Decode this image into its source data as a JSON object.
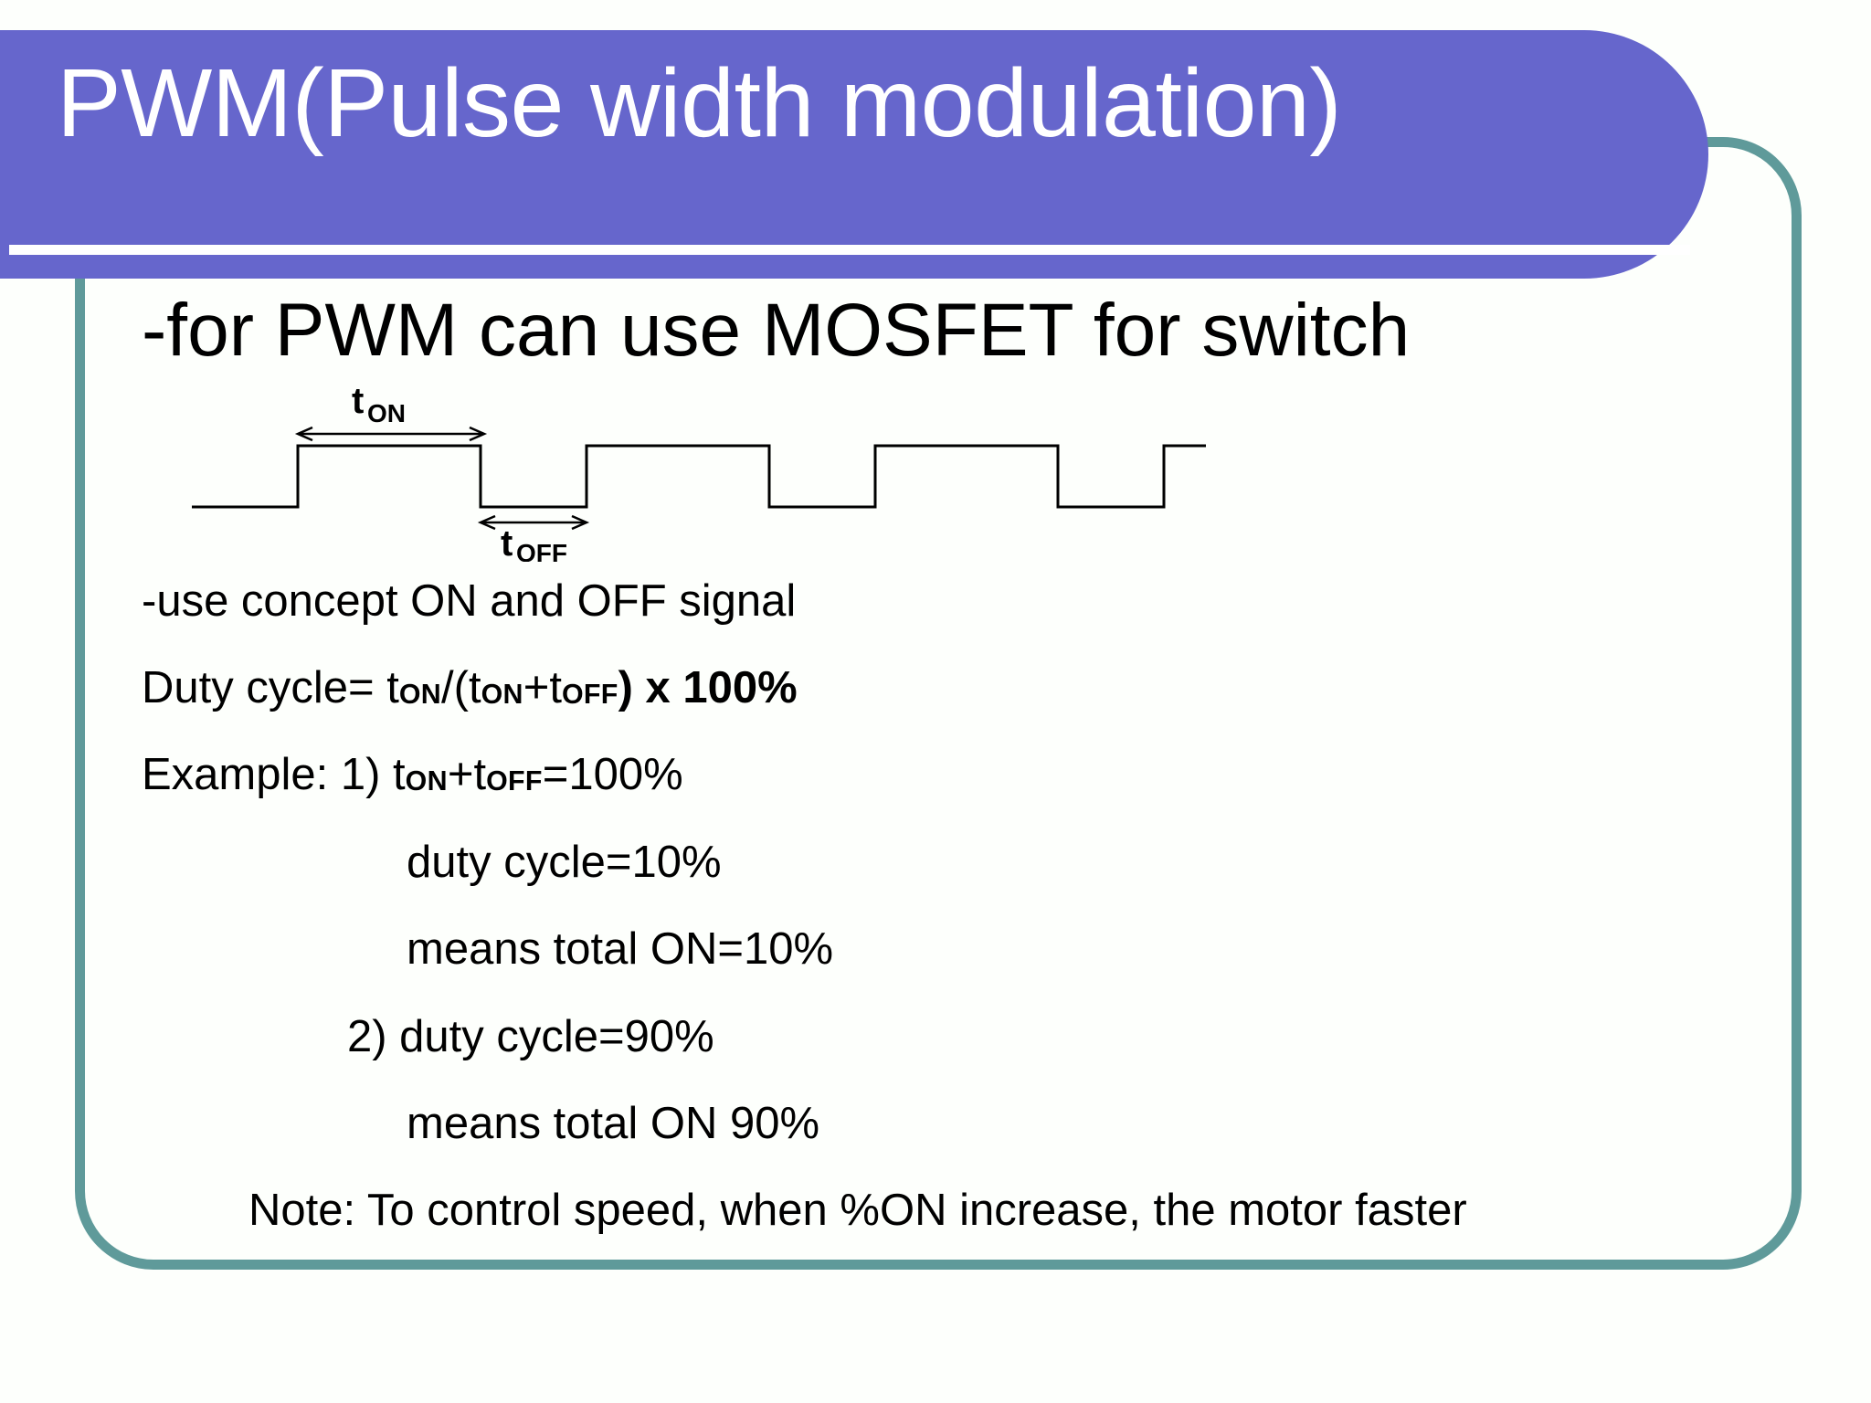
{
  "slide": {
    "title": "PWM(Pulse width modulation)",
    "headline": "-for PWM can use MOSFET for switch",
    "colors": {
      "title_banner": "#6666CC",
      "title_text": "#FFFFFF",
      "content_frame_border": "#5F9A9A",
      "body_text": "#000000",
      "background": "#FDFFFC"
    },
    "body_lines": [
      {
        "id": "use-concept",
        "text": "-use concept ON and OFF signal"
      },
      {
        "id": "duty-formula",
        "text": "Duty cycle= tON/(tON+tOFF) x 100%"
      },
      {
        "id": "example-1",
        "text": "Example: 1) tON+tOFF=100%"
      },
      {
        "id": "duty-10",
        "text": "duty cycle=10%"
      },
      {
        "id": "total-on-10",
        "text": "means total ON=10%"
      },
      {
        "id": "duty-90",
        "text": "2) duty cycle=90%"
      },
      {
        "id": "total-on-90",
        "text": "means total ON 90%"
      },
      {
        "id": "note",
        "text": "Note: To control speed, when %ON increase, the motor faster"
      }
    ],
    "formula_parts": {
      "duty_prefix": "Duty cycle= t",
      "duty_on_1": "ON",
      "duty_mid": "/(t",
      "duty_on_2": "ON",
      "duty_plus": "+t",
      "duty_off": "OFF",
      "duty_suffix": ") x 100%",
      "example_prefix": "Example: 1) t",
      "example_on": "ON",
      "example_plus": "+t",
      "example_off": "OFF",
      "example_suffix": "=100%"
    },
    "waveform": {
      "label_ton": "t",
      "label_ton_sub": "ON",
      "label_toff": "t",
      "label_toff_sub": "OFF",
      "description": "PWM square wave, 4 pulses, duty cycle approx 50%",
      "pulse_count": 4
    }
  },
  "chart_data": {
    "type": "line",
    "title": "PWM square wave timing diagram",
    "xlabel": "",
    "ylabel": "",
    "annotations": [
      "tON",
      "tOFF"
    ],
    "x": [
      0,
      116,
      116,
      316,
      316,
      432,
      432,
      632,
      632,
      748,
      748,
      948,
      948,
      1064,
      1064,
      1264,
      1264,
      1380
    ],
    "values": [
      0,
      0,
      1,
      1,
      0,
      0,
      1,
      1,
      0,
      0,
      1,
      1,
      0,
      0,
      1,
      1,
      0,
      0
    ],
    "ylim": [
      0,
      1
    ],
    "grid": false,
    "legend": "none"
  }
}
